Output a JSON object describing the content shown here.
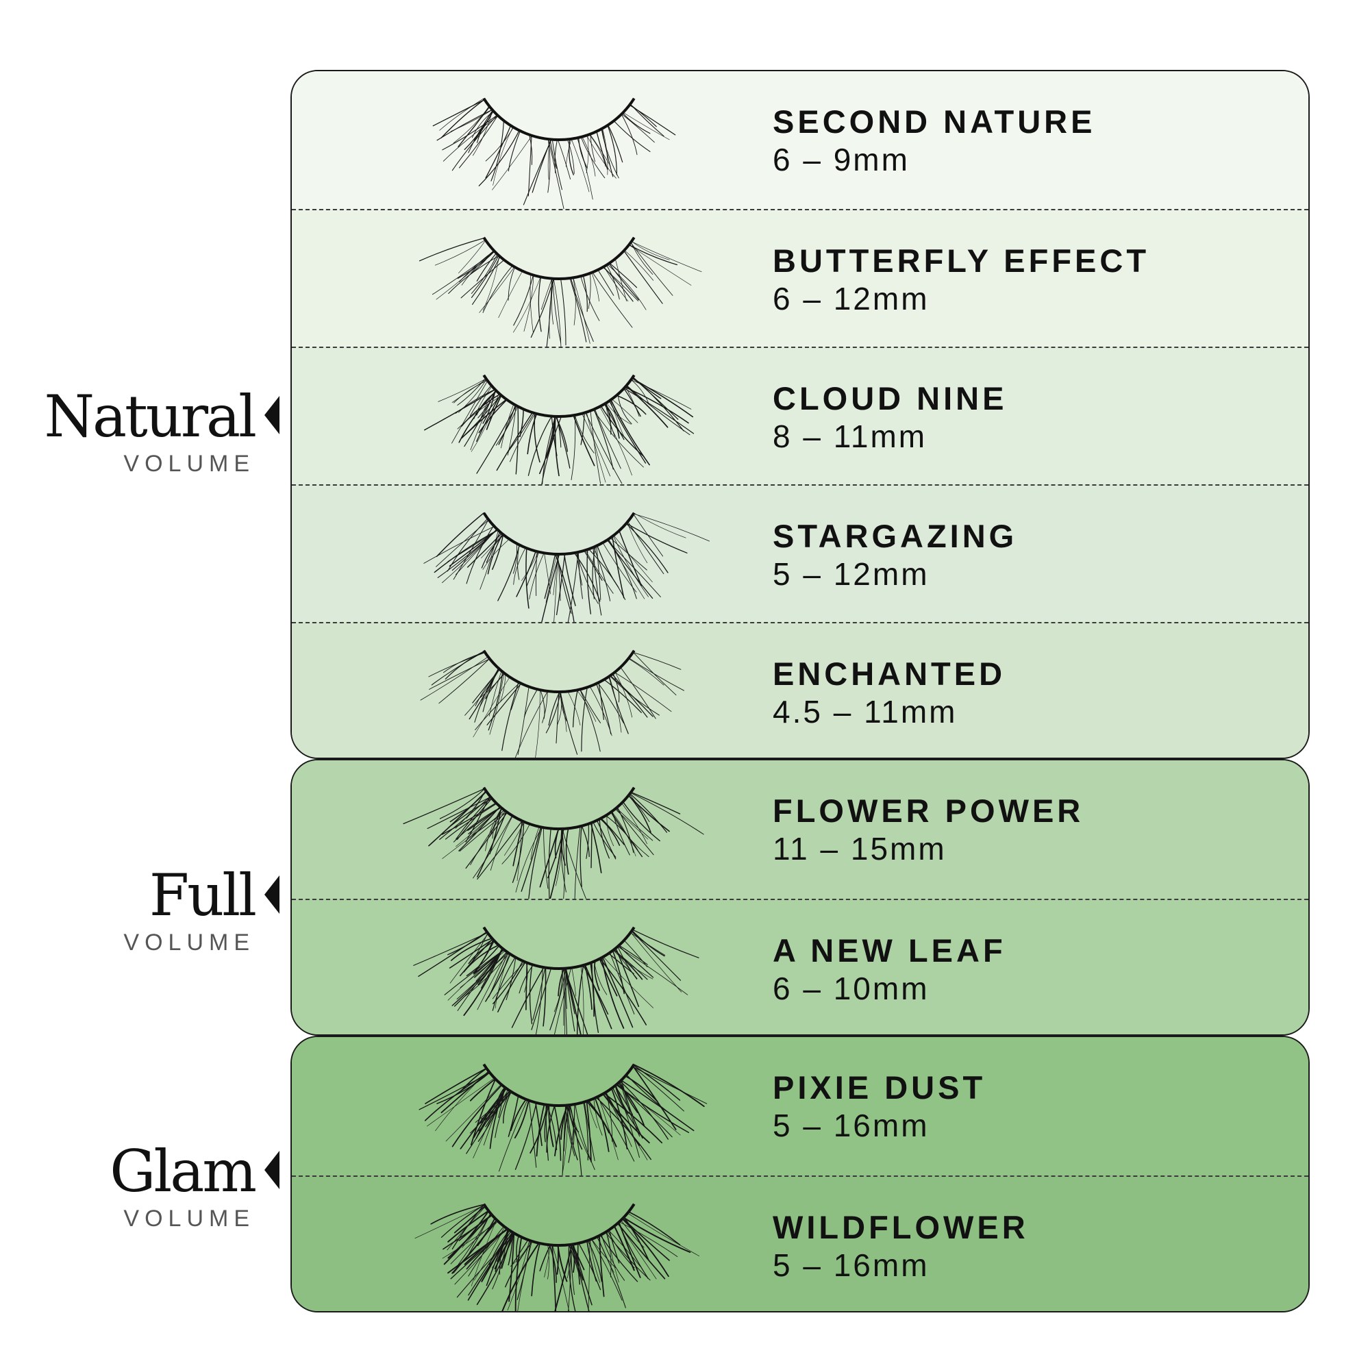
{
  "groups": [
    {
      "title": "Natural",
      "subtitle": "VOLUME",
      "color": "#e4f0e0",
      "items": [
        {
          "name": "SECOND NATURE",
          "size": "6 – 9mm",
          "bg": "#f2f7ef"
        },
        {
          "name": "BUTTERFLY EFFECT",
          "size": "6 – 12mm",
          "bg": "#eaf3e6"
        },
        {
          "name": "CLOUD NINE",
          "size": "8 – 11mm",
          "bg": "#e2eedd"
        },
        {
          "name": "STARGAZING",
          "size": "5 – 12mm",
          "bg": "#dceada"
        },
        {
          "name": "ENCHANTED",
          "size": "4.5 – 11mm",
          "bg": "#d3e6cd"
        }
      ]
    },
    {
      "title": "Full",
      "subtitle": "VOLUME",
      "color": "#b3d6aa",
      "items": [
        {
          "name": "FLOWER POWER",
          "size": "11 – 15mm",
          "bg": "#b5d6ac"
        },
        {
          "name": "A NEW LEAF",
          "size": "6 – 10mm",
          "bg": "#acd2a3"
        }
      ]
    },
    {
      "title": "Glam",
      "subtitle": "VOLUME",
      "color": "#8fc184",
      "items": [
        {
          "name": "PIXIE DUST",
          "size": "5 – 16mm",
          "bg": "#92c386"
        },
        {
          "name": "WILDFLOWER",
          "size": "5 – 16mm",
          "bg": "#8ebf82"
        }
      ]
    }
  ]
}
